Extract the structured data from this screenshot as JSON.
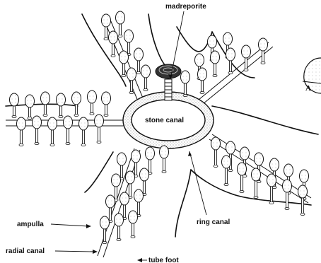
{
  "labels": {
    "madreporite": "madreporite",
    "stone_canal": "stone canal",
    "ring_canal": "ring canal",
    "ampulla": "ampulla",
    "radial_canal": "radial canal",
    "tube_foot": "tube foot",
    "panel_letter": "A"
  },
  "colors": {
    "ink": "#111111",
    "stipple": "#bdbdbd",
    "background": "#ffffff"
  }
}
